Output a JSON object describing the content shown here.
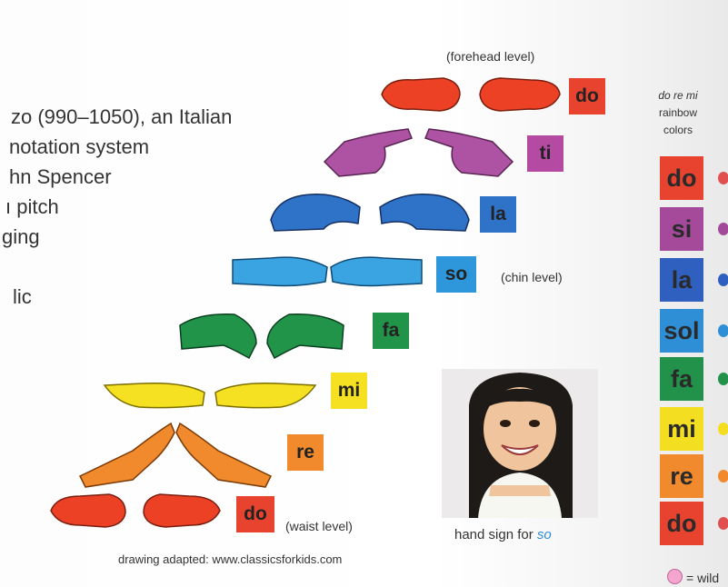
{
  "left_text": [
    "zo (990–1050), an Italian",
    "notation system",
    "hn Spencer",
    "ı pitch",
    "ging",
    "",
    "lic"
  ],
  "levels": {
    "forehead": "(forehead level)",
    "chin": "(chin level)",
    "waist": "(waist level)"
  },
  "solfege_labels": [
    {
      "text": "do",
      "color": "#e8432e"
    },
    {
      "text": "ti",
      "color": "#b44aa2"
    },
    {
      "text": "la",
      "color": "#2f73c9"
    },
    {
      "text": "so",
      "color": "#2e97dc"
    },
    {
      "text": "fa",
      "color": "#22944a"
    },
    {
      "text": "mi",
      "color": "#f5e021"
    },
    {
      "text": "re",
      "color": "#f08a2c"
    },
    {
      "text": "do",
      "color": "#e8432e"
    }
  ],
  "credit": "drawing adapted: www.classicsforkids.com",
  "caption": {
    "prefix": "hand sign for ",
    "emph": "so"
  },
  "rainbow": {
    "title_italic": "do re mi",
    "title_rest": [
      "rainbow",
      "colors"
    ],
    "items": [
      {
        "text": "do",
        "color": "#e8432e"
      },
      {
        "text": "si",
        "color": "#a54a9b"
      },
      {
        "text": "la",
        "color": "#2f5fbf"
      },
      {
        "text": "sol",
        "color": "#2e8fd6"
      },
      {
        "text": "fa",
        "color": "#22924a"
      },
      {
        "text": "mi",
        "color": "#f4de22"
      },
      {
        "text": "re",
        "color": "#f08a2c"
      },
      {
        "text": "do",
        "color": "#e8432e"
      }
    ],
    "dot_colors": [
      "#e05050",
      "#a24a98",
      "#2f5fbf",
      "#2e8fd6",
      "#22924a",
      "#f4de22",
      "#f08a2c",
      "#e05050"
    ],
    "wild_text": "= wild"
  }
}
